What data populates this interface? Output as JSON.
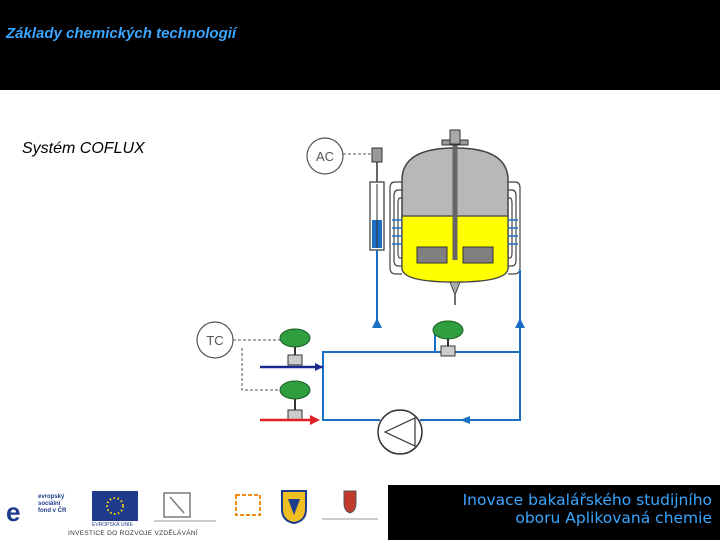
{
  "header": {
    "title": "Základy chemických technologií"
  },
  "slide": {
    "subtitle": "Systém COFLUX"
  },
  "diagram": {
    "ac_label": "AC",
    "tc_label": "TC"
  },
  "footer": {
    "line1": "Inovace bakalářského studijního",
    "line2": "oboru Aplikovaná chemie",
    "invest_text": "INVESTICE DO ROZVOJE VZDĚLÁVÁNÍ",
    "esf_text": [
      "evropský",
      "sociální",
      "fond v ČR"
    ],
    "eu_text": "EVROPSKÁ UNIE"
  },
  "colors": {
    "header_bg": "#000000",
    "title_blue": "#3aa6ff",
    "pipe_blue": "#1a6fc4",
    "liquid_yellow": "#ffff00",
    "valve_green": "#2e9e3e"
  }
}
